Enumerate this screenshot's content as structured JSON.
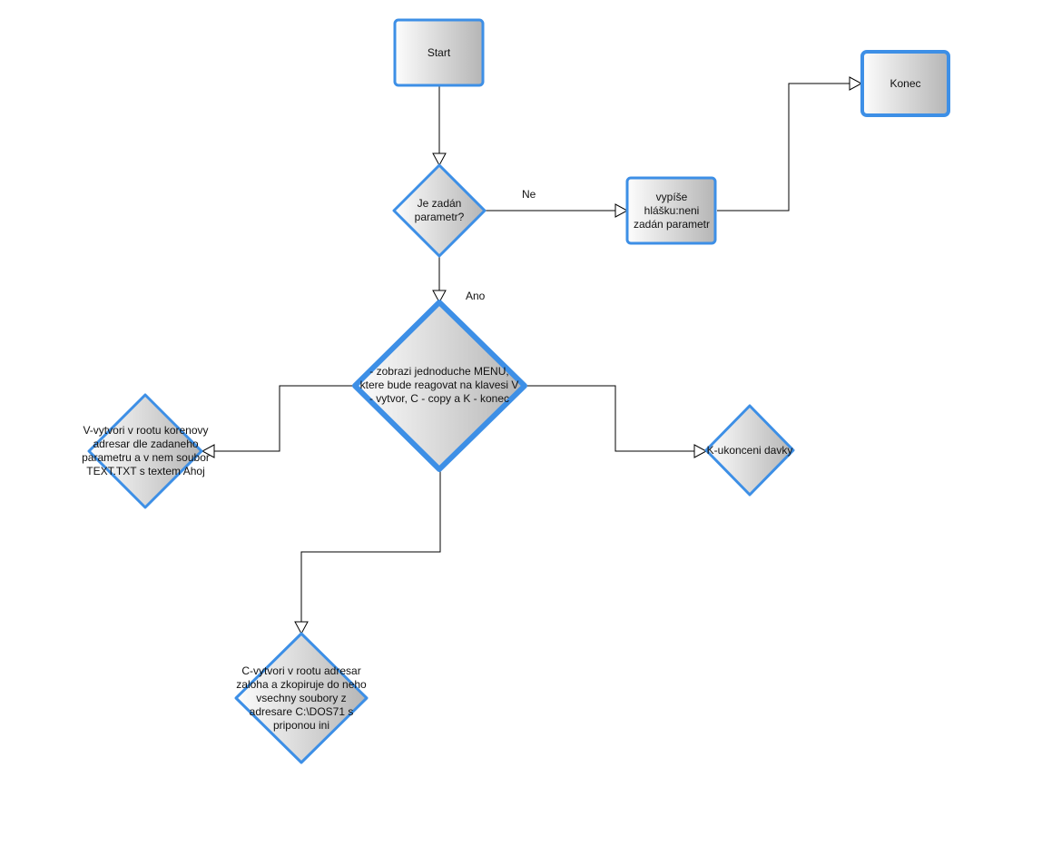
{
  "nodes": {
    "start": "Start",
    "end": "Konec",
    "decision": "Je zadán parametr?",
    "message": "vypíše hlášku:neni zadán parametr",
    "menu": "- zobrazi jednoduche MENU, ktere bude reagovat na klavesi V - vytvor, C - copy a K - konec",
    "option_v": "V-vytvori v rootu korenovy adresar dle zadaneho parametru a v nem soubor TEXT.TXT s textem Ahoj",
    "option_k": "K-ukonceni davky",
    "option_c": "C-vytvori v rootu adresar zaloha a zkopiruje do neho vsechny soubory z adresare C:\\DOS71 s priponou ini"
  },
  "edges": {
    "no": "Ne",
    "yes": "Ano"
  },
  "colors": {
    "border": "#3d8fe6",
    "fill_light": "#ffffff",
    "fill_dark": "#b9b9b9",
    "line": "#000000"
  }
}
